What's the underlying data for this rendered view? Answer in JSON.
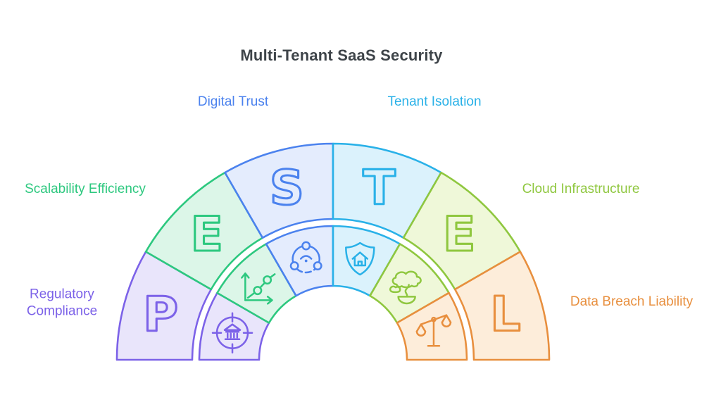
{
  "title": {
    "text": "Multi-Tenant SaaS Security",
    "color": "#3e4449"
  },
  "diagram": {
    "type": "pestel-half-arch",
    "segments": [
      {
        "letter": "P",
        "label": "Regulatory Compliance",
        "icon": "institution-target-icon",
        "stroke": "#7c62e8",
        "fill": "#e9e5fb"
      },
      {
        "letter": "E",
        "label": "Scalability Efficiency",
        "icon": "growth-chart-icon",
        "stroke": "#2dc87f",
        "fill": "#dcf6e8"
      },
      {
        "letter": "S",
        "label": "Digital Trust",
        "icon": "connected-nodes-icon",
        "stroke": "#4b82ee",
        "fill": "#e4ecfd"
      },
      {
        "letter": "T",
        "label": "Tenant Isolation",
        "icon": "shield-home-icon",
        "stroke": "#29b1e8",
        "fill": "#dbf2fc"
      },
      {
        "letter": "E",
        "label": "Cloud Infrastructure",
        "icon": "bonsai-tree-icon",
        "stroke": "#8fc73f",
        "fill": "#eff8d9"
      },
      {
        "letter": "L",
        "label": "Data Breach Liability",
        "icon": "scales-icon",
        "stroke": "#e88f3e",
        "fill": "#fdedda"
      }
    ]
  }
}
